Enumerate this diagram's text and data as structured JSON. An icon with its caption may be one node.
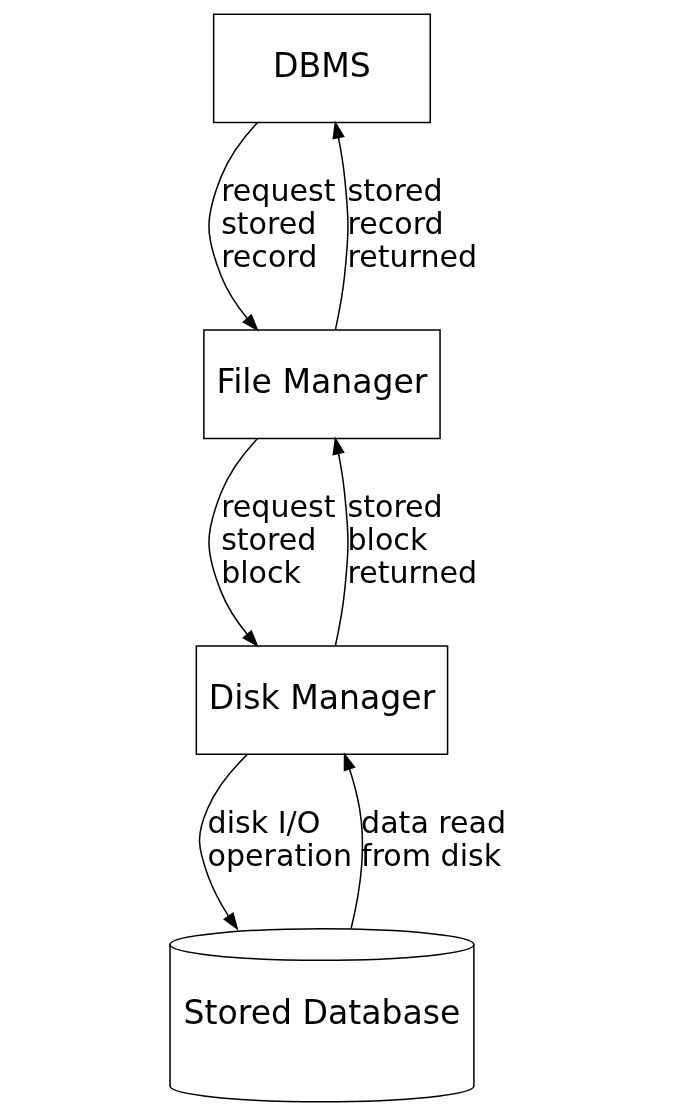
{
  "diagram": {
    "nodes": [
      {
        "text": [
          "DBMS"
        ]
      },
      {
        "text": [
          "File Manager"
        ]
      },
      {
        "text": [
          "Disk Manager"
        ]
      },
      {
        "text": [
          "Stored Database"
        ]
      }
    ],
    "edges": [
      {
        "from": 0,
        "to": 1,
        "arrow": "to",
        "label": "request stored record"
      },
      {
        "from": 1,
        "to": 0,
        "arrow": "to",
        "label": "stored record returned"
      },
      {
        "from": 1,
        "to": 2,
        "arrow": "to",
        "label": "request stored block"
      },
      {
        "from": 2,
        "to": 1,
        "arrow": "to",
        "label": "stored block returned"
      },
      {
        "from": 2,
        "to": 3,
        "arrow": "to",
        "label": "disk I/O operation"
      },
      {
        "from": 3,
        "to": 2,
        "arrow": "to",
        "label": "data read from disk"
      }
    ]
  }
}
